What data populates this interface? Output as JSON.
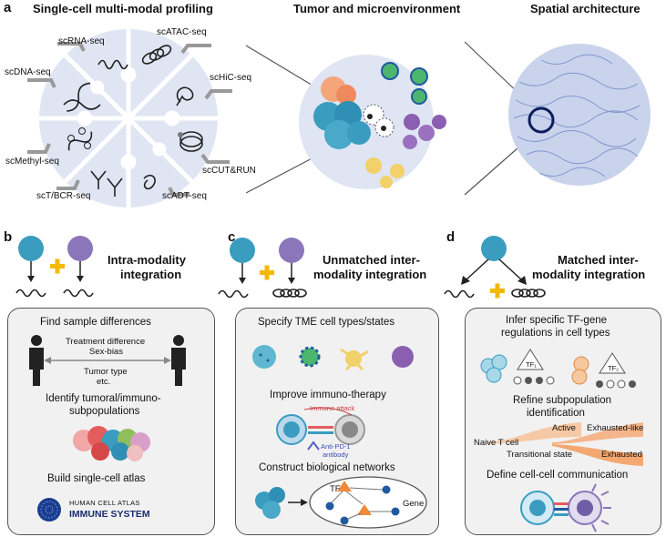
{
  "panel_a": {
    "letter": "a",
    "titles": {
      "profiling": "Single-cell multi-modal profiling",
      "tumor": "Tumor and microenvironment",
      "spatial": "Spatial architecture"
    },
    "modalities": {
      "rna": "scRNA-seq",
      "atac": "scATAC-seq",
      "dna": "scDNA-seq",
      "hic": "scHiC-seq",
      "methyl": "scMethyl-seq",
      "cutrun": "scCUT&RUN",
      "tbcr": "scT/BCR-seq",
      "adt": "scADT-seq"
    }
  },
  "panel_b": {
    "letter": "b",
    "title_line1": "Intra-modality",
    "title_line2": "integration",
    "find": "Find sample differences",
    "treatment": "Treatment difference",
    "sexbias": "Sex-bias",
    "tumortype": "Tumor type",
    "etc": "etc.",
    "identify_line1": "Identify tumoral/immuno-",
    "identify_line2": "subpopulations",
    "atlas": "Build single-cell atlas",
    "hca_line1": "HUMAN CELL ATLAS",
    "hca_line2": "IMMUNE SYSTEM"
  },
  "panel_c": {
    "letter": "c",
    "title_line1": "Unmatched inter-",
    "title_line2": "modality integration",
    "specify": "Specify TME cell types/states",
    "improve": "Improve immuno-therapy",
    "immune_attack": "Immune attack",
    "antipd1_line1": "Anti-PD-1",
    "antipd1_line2": "antibody",
    "networks": "Construct biological networks",
    "tf": "TF",
    "gene": "Gene"
  },
  "panel_d": {
    "letter": "d",
    "title_line1": "Matched inter-",
    "title_line2": "modality integration",
    "infer_line1": "Infer specific TF-gene",
    "infer_line2": "regulations in cell types",
    "tf1": "TF₁",
    "tf2": "TF₂",
    "refine_line1": "Refine subpopulation",
    "refine_line2": "identification",
    "active": "Active",
    "exhausted_like": "Exhausted-like",
    "naive": "Naive T cell",
    "transitional": "Transitional state",
    "exhausted": "Exhausted",
    "define": "Define cell-cell communication"
  },
  "colors": {
    "tumor_cell": "#3a9dc0",
    "myeloid_cell": "#8a76b8",
    "plus_sign": "#f5b800",
    "circle_bg": "#dfe5f2",
    "panel_box": "#f1f1f1",
    "arrow_orange": "#f2a870"
  }
}
